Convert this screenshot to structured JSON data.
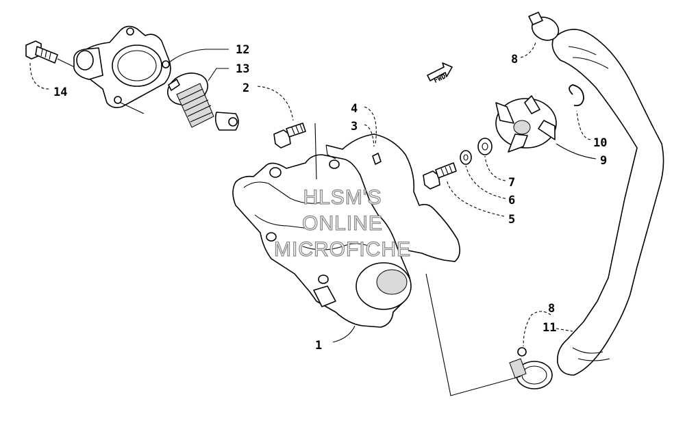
{
  "callouts": {
    "c1": "1",
    "c2": "2",
    "c3": "3",
    "c4": "4",
    "c5": "5",
    "c6": "6",
    "c7": "7",
    "c8_top": "8",
    "c8_bottom": "8",
    "c9": "9",
    "c10": "10",
    "c11": "11",
    "c12": "12",
    "c13": "13",
    "c14": "14"
  },
  "direction_marker": "FWD",
  "watermark": {
    "line1": "HLSM'S",
    "line2": "ONLINE",
    "line3": "MICROFICHE"
  }
}
